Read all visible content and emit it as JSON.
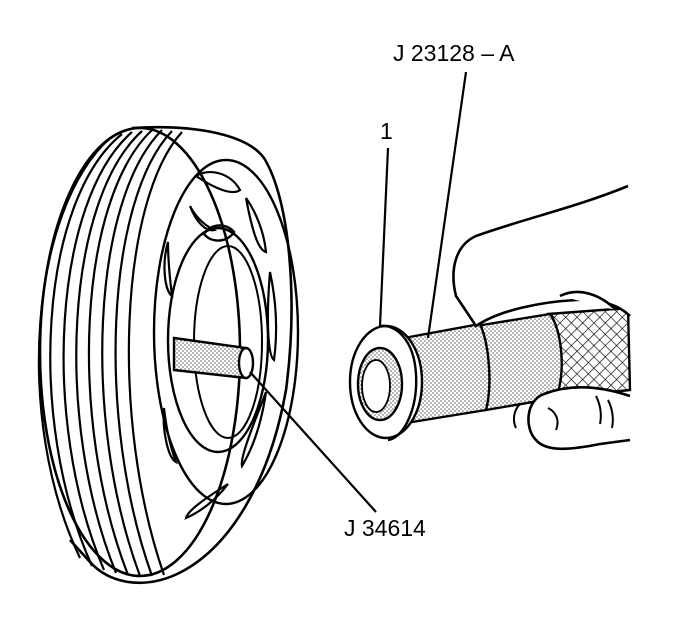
{
  "labels": {
    "installer_tool": "J 23128 – A",
    "item_number": "1",
    "guide_tool": "J 34614"
  },
  "colors": {
    "ink": "#000000",
    "paper": "#ffffff",
    "stipple": "#c8c8c8"
  }
}
